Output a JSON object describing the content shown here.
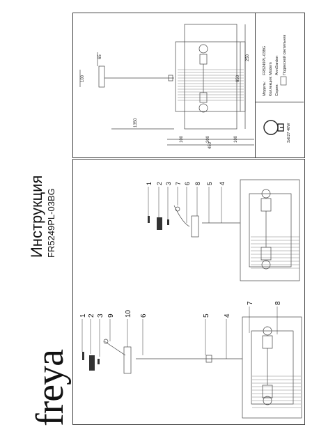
{
  "brand": "freya",
  "title": "Инструкция",
  "model_code": "FR5249PL-03BG",
  "info_panel": {
    "model_label": "Модель:",
    "model_value": "FR5249PL-03BG",
    "collection_label": "Коллекция:",
    "collection_value": "Modern",
    "series_label": "Серия:",
    "series_value": "AnnGarden",
    "type_value": "Подвесной светильник"
  },
  "lamp_spec": "3xE27 40W",
  "dimensions": {
    "d1350": "1350",
    "d450": "450",
    "d300": "300",
    "d100a": "100",
    "d100b": "100",
    "d250": "250",
    "d650": "650",
    "d100c": "100",
    "d65": "65"
  },
  "callouts_left": [
    "1",
    "2",
    "3",
    "9",
    "10",
    "6",
    "5",
    "4",
    "7",
    "8"
  ],
  "callouts_right": [
    "1",
    "2",
    "3",
    "7",
    "6",
    "8",
    "5",
    "4"
  ]
}
